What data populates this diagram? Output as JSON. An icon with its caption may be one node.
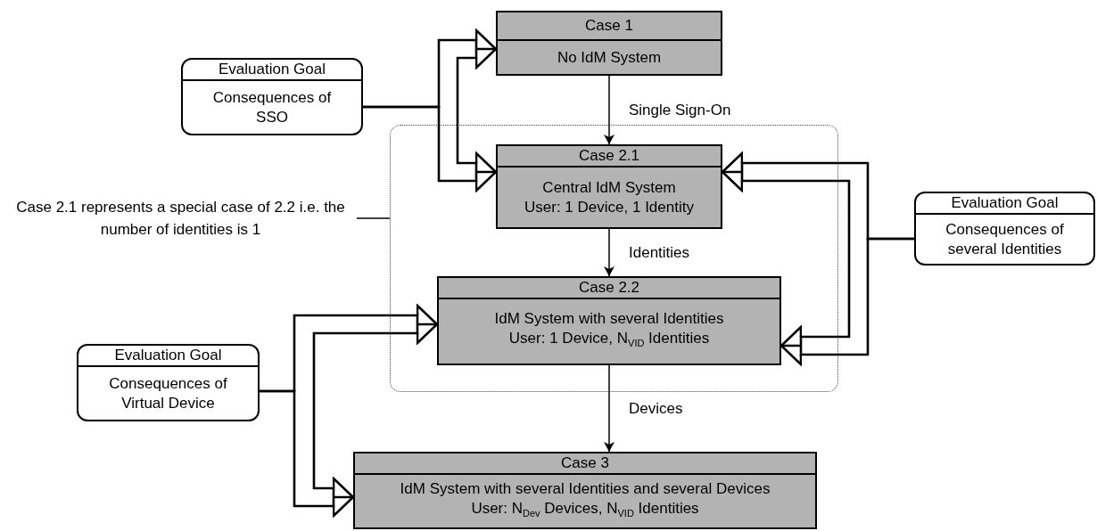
{
  "diagram": {
    "nodes": [
      {
        "text": [
          "Case 1",
          "No IdM System"
        ]
      },
      {
        "text": [],
        "shape": "box"
      },
      {
        "text": [
          "Case 2.1",
          "Central IdM System",
          "User: 1 Device, 1 Identity"
        ],
        "in": 1
      },
      {
        "text": [
          "Case 2.2",
          "IdM System with several Identities",
          "User: 1 Device, N$_{VID}$ Identities"
        ],
        "in": 1
      },
      {
        "text": [
          "Case 3",
          "IdM System with several Identities and several Devices",
          "User: N$_{Dev}$ Devices, N$_{VID}$ Identities"
        ]
      },
      {
        "text": [
          "Evaluation Goal",
          "Consequences of SSO"
        ]
      },
      {
        "text": [
          "Evaluation Goal",
          "Consequences of several Identities"
        ]
      },
      {
        "text": [
          "Evaluation Goal",
          "Consequences of Virtual Device"
        ]
      },
      {
        "text": [
          "Case 2.1 represents a special case of 2.2 i.e. the number of identities is 1"
        ]
      }
    ],
    "edges": [
      {
        "from": 0,
        "to": 2,
        "arrow": "to",
        "label": "Single Sign-On"
      },
      {
        "from": 2,
        "to": 3,
        "arrow": "to",
        "label": "Identities"
      },
      {
        "from": 3,
        "to": 4,
        "arrow": "to",
        "label": "Devices"
      },
      {
        "from": 5,
        "to": 0,
        "arrow": "to"
      },
      {
        "from": 5,
        "to": 2,
        "arrow": "to"
      },
      {
        "from": 6,
        "to": 2,
        "arrow": "to"
      },
      {
        "from": 6,
        "to": 3,
        "arrow": "to"
      },
      {
        "from": 7,
        "to": 3,
        "arrow": "to"
      },
      {
        "from": 7,
        "to": 4,
        "arrow": "to"
      },
      {
        "from": 8,
        "to": 1,
        "arrow": "none"
      }
    ]
  }
}
